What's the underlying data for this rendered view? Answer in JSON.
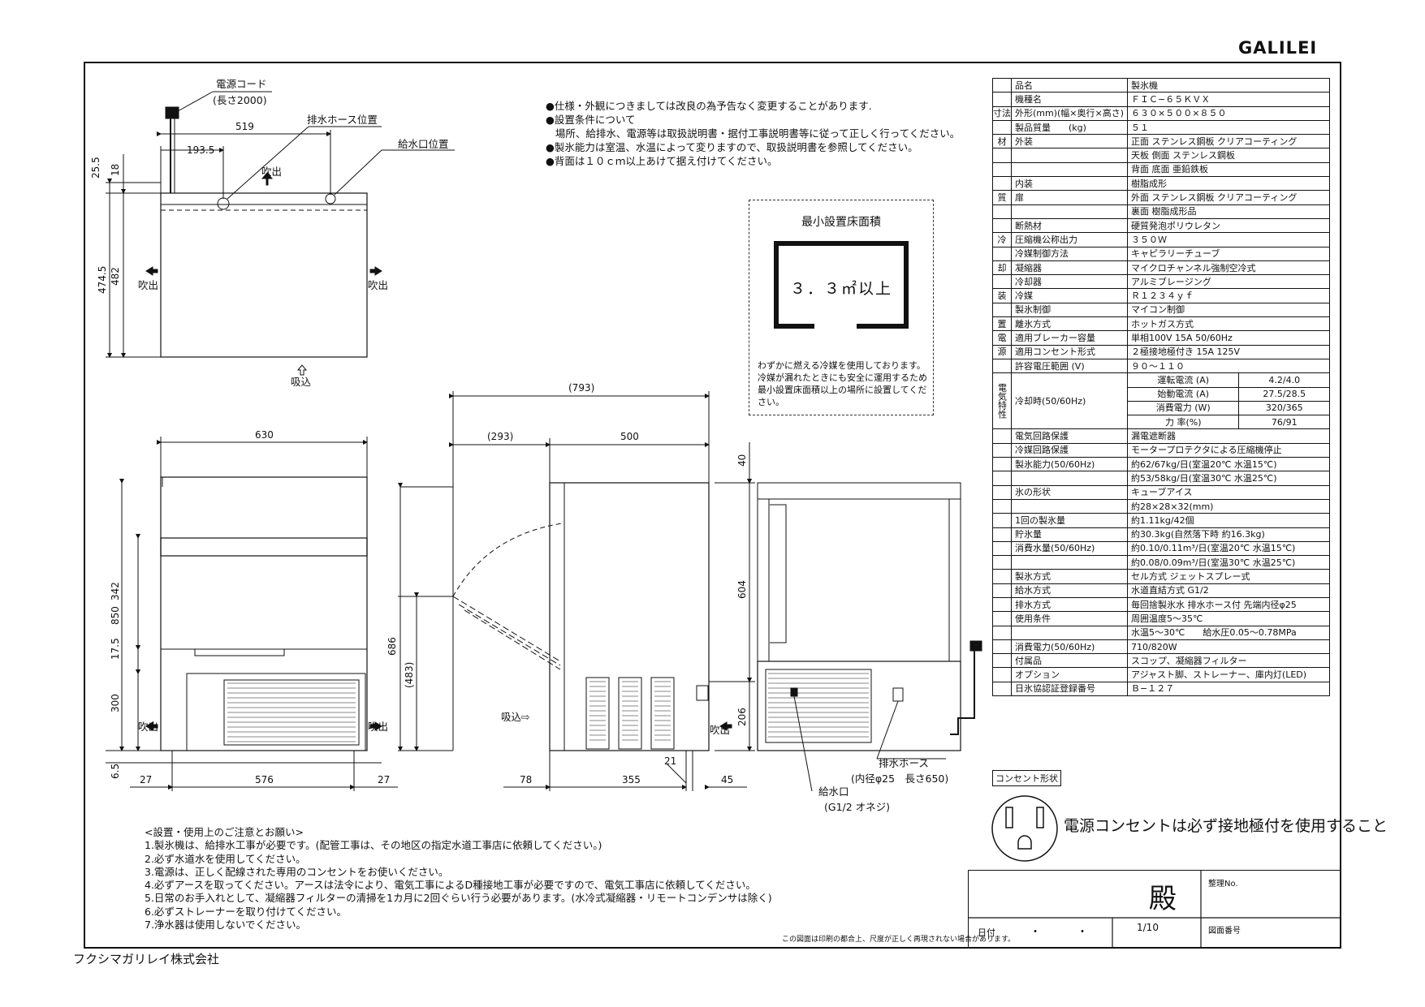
{
  "header": {
    "logo": "GALILEI"
  },
  "notes": [
    "●仕様・外観につきましては改良の為予告なく変更することがあります.",
    "●設置条件について",
    "   場所、給排水、電源等は取扱説明書・据付工事説明書等に従って正しく行ってください。",
    "●製氷能力は室温、水温によって変りますので、取扱説明書を参照してください。",
    "●背面は１０ｃｍ以上あけて据え付けてください。"
  ],
  "area_box": {
    "title": "最小設置床面積",
    "value": "３．３㎡以上",
    "note": "わずかに燃える冷媒を使用しております。冷媒が漏れたときにも安全に運用するため最小設置床面積以上の場所に設置してください。"
  },
  "labels": {
    "power_cord": "電源コード",
    "power_cord_len": "(長さ2000)",
    "drain_pos": "排水ホース位置",
    "supply_pos": "給水口位置",
    "blow": "吹出",
    "intake": "吸込",
    "intake_arrow": "吸込⇨",
    "drain_hose": "排水ホース",
    "drain_hose_spec": "(内径φ25　長さ650)",
    "supply": "給水口",
    "supply_spec": "(G1/2 オネジ)"
  },
  "dims": {
    "d519": "519",
    "d193_5": "193.5",
    "d25_5": "25.5",
    "d18": "18",
    "d474_5": "474.5",
    "d482": "482",
    "d630": "630",
    "d850": "850",
    "d342": "342",
    "d17_5": "17.5",
    "d300": "300",
    "d6_5": "6.5",
    "d27a": "27",
    "d576": "576",
    "d27b": "27",
    "d793": "(793)",
    "d293": "(293)",
    "d500": "500",
    "d40": "40",
    "d604": "604",
    "d686": "686",
    "d483": "(483)",
    "d206": "206",
    "d78": "78",
    "d355": "355",
    "d21": "21",
    "d45": "45"
  },
  "spec_table": {
    "rows": [
      {
        "a": "品名",
        "b": "製氷機"
      },
      {
        "a": "機種名",
        "b": "ＦＩＣ−６５ＫＶＸ"
      },
      {
        "cat": "寸法",
        "a": "外形(mm)(幅×奥行×高さ)",
        "b": "６３０×５００×８５０"
      },
      {
        "a": "製品質量　　(kg)",
        "b": "５１"
      },
      {
        "cat": "材",
        "a": "外装",
        "b": "正面 ステンレス鋼板 クリアコーティング"
      },
      {
        "a": "",
        "b": "天板 側面 ステンレス鋼板"
      },
      {
        "a": "",
        "b": "背面 底面 亜鉛鉄板"
      },
      {
        "a": "内装",
        "b": "樹脂成形"
      },
      {
        "cat": "質",
        "a": "扉",
        "b": "外面 ステンレス鋼板 クリアコーティング"
      },
      {
        "a": "",
        "b": "裏面 樹脂成形品"
      },
      {
        "a": "断熱材",
        "b": "硬質発泡ポリウレタン"
      },
      {
        "cat": "冷",
        "a": "圧縮機公称出力",
        "b": "３５０Ｗ"
      },
      {
        "a": "冷媒制御方法",
        "b": "キャピラリーチューブ"
      },
      {
        "cat": "却",
        "a": "凝縮器",
        "b": "マイクロチャンネル強制空冷式"
      },
      {
        "a": "冷却器",
        "b": "アルミブレージング"
      },
      {
        "cat": "装",
        "a": "冷媒",
        "b": "Ｒ１２３４ｙｆ"
      },
      {
        "a": "製氷制御",
        "b": "マイコン制御"
      },
      {
        "cat": "置",
        "a": "離氷方式",
        "b": "ホットガス方式"
      },
      {
        "cat": "電",
        "a": "適用ブレーカー容量",
        "b": "単相100V 15A 50/60Hz"
      },
      {
        "cat": "源",
        "a": "適用コンセント形式",
        "b": "２極接地極付き 15A 125V"
      },
      {
        "a": "許容電圧範囲 (V)",
        "b": "９０〜１１０"
      },
      {
        "cat": "電気特性",
        "a": "冷却時(50/60Hz)",
        "sub": [
          {
            "k": "運転電流 (A)",
            "v": "4.2/4.0"
          },
          {
            "k": "始動電流 (A)",
            "v": "27.5/28.5"
          },
          {
            "k": "消費電力 (W)",
            "v": "320/365"
          },
          {
            "k": "力 率(%)",
            "v": "76/91"
          }
        ]
      },
      {
        "a": "電気回路保護",
        "b": "漏電遮断器"
      },
      {
        "a": "冷媒回路保護",
        "b": "モータープロテクタによる圧縮機停止"
      },
      {
        "a": "製氷能力(50/60Hz)",
        "b": "約62/67kg/日(室温20℃ 水温15℃)"
      },
      {
        "a": "",
        "b": "約53/58kg/日(室温30℃ 水温25℃)"
      },
      {
        "a": "氷の形状",
        "b": "キューブアイス"
      },
      {
        "a": "",
        "b": "約28×28×32(mm)"
      },
      {
        "a": "1回の製氷量",
        "b": "約1.11kg/42個"
      },
      {
        "a": "貯氷量",
        "b": "約30.3kg(自然落下時 約16.3kg)"
      },
      {
        "a": "消費水量(50/60Hz)",
        "b": "約0.10/0.11m³/日(室温20℃ 水温15℃)"
      },
      {
        "a": "",
        "b": "約0.08/0.09m³/日(室温30℃ 水温25℃)"
      },
      {
        "a": "製氷方式",
        "b": "セル方式 ジェットスプレー式"
      },
      {
        "a": "給水方式",
        "b": "水道直結方式 G1/2"
      },
      {
        "a": "排水方式",
        "b": "毎回捨製氷水 排水ホース付 先端内径φ25"
      },
      {
        "a": "使用条件",
        "b": "周囲温度5〜35℃"
      },
      {
        "a": "",
        "b": "水温5〜30℃　　給水圧0.05〜0.78MPa"
      },
      {
        "a": "消費電力(50/60Hz)",
        "b": "710/820W"
      },
      {
        "a": "付属品",
        "b": "スコップ、凝縮器フィルター"
      },
      {
        "a": "オプション",
        "b": "アジャスト脚、ストレーナー、庫内灯(LED)"
      },
      {
        "a": "日氷協認証登録番号",
        "b": "Ｂ−１２７"
      }
    ]
  },
  "outlet": {
    "label": "コンセント形状",
    "text": "電源コンセントは必ず接地極付を使用すること"
  },
  "usage_notes": [
    "<設置・使用上のご注意とお願い>",
    "1.製氷機は、給排水工事が必要です。(配管工事は、その地区の指定水道工事店に依頼してください。)",
    "2.必ず水道水を使用してください。",
    "3.電源は、正しく配線された専用のコンセントをお使いください。",
    "4.必ずアースを取ってください。アースは法令により、電気工事によるD種接地工事が必要ですので、電気工事店に依頼してください。",
    "5.日常のお手入れとして、凝縮器フィルターの清掃を1カ月に2回ぐらい行う必要があります。(水冷式凝縮器・リモートコンデンサは除く)",
    "6.必ずストレーナーを取り付けてください。",
    "7.浄水器は使用しないでください。"
  ],
  "disclaimer": "この図面は印刷の都合上、尺度が正しく再現されない場合があります。",
  "company": "フクシマガリレイ株式会社",
  "title_block": {
    "dono": "殿",
    "seiri": "整理No.",
    "date_label": "日付",
    "date_dots": "・・",
    "page": "1/10",
    "drawing_no": "図面番号"
  }
}
